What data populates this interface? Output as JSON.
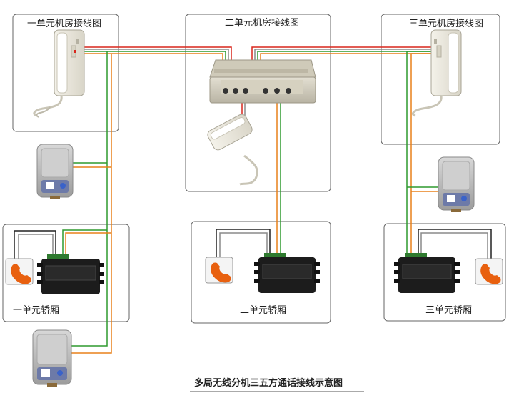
{
  "labels": {
    "room1": "一单元机房接线图",
    "room2": "二单元机房接线图",
    "room3": "三单元机房接线图",
    "car1": "一单元轿厢",
    "car2": "二单元轿厢",
    "car3": "三单元轿厢"
  },
  "caption": "多局无线分机三五方通话接线示意图",
  "colors": {
    "frame": "#555555",
    "wire_red": "#d9261c",
    "wire_green": "#2f9a2f",
    "wire_orange": "#e8801a",
    "wire_black": "#222222",
    "wire_gray": "#8a8a8a",
    "device_body": "#ece9df",
    "module_body": "#1c1c1c",
    "button_orange": "#e8600f"
  },
  "icons": {
    "intercom_phone": "wall-phone-icon",
    "speaker_box": "speaker-box-icon",
    "handset_button": "handset-button-icon",
    "control_module": "control-module-icon",
    "host_unit": "host-unit-icon"
  }
}
